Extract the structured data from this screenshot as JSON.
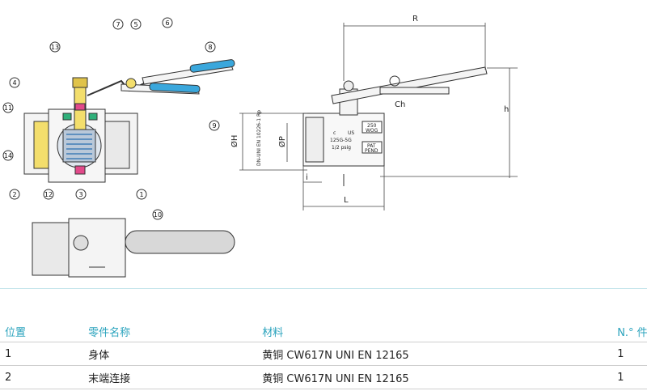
{
  "callouts": [
    "13",
    "7",
    "5",
    "6",
    "8",
    "4",
    "11",
    "14",
    "2",
    "12",
    "3",
    "1",
    "9",
    "10"
  ],
  "dims": {
    "R": "R",
    "h": "h",
    "Ch": "Ch",
    "OH": "ØH",
    "OP": "ØP",
    "i": "i",
    "L": "L",
    "std": "DN-UNI EN 10226-1 Rp"
  },
  "body_markings": {
    "c": "c",
    "us": "US",
    "rating": "125G-5G",
    "psig": "1/2 psig",
    "wog1": "250",
    "wog2": "WOG",
    "pat1": "PAT",
    "pat2": "PEND"
  },
  "table": {
    "headers": [
      "位置",
      "零件名称",
      "材料",
      "N.° 件"
    ],
    "rows": [
      [
        "1",
        "身体",
        "黄铜 CW617N UNI EN 12165",
        "1"
      ],
      [
        "2",
        "末端连接",
        "黄铜 CW617N UNI EN 12165",
        "1"
      ]
    ]
  },
  "colors": {
    "accent": "#2aa3bd",
    "handle": "#3aa7dc",
    "brass": "#f3de6c",
    "outline": "#333333"
  }
}
